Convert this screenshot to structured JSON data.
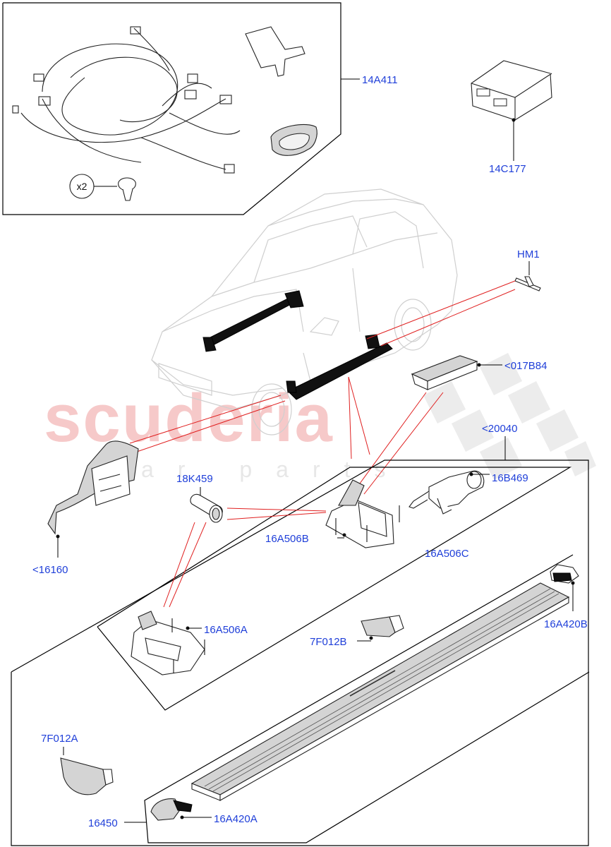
{
  "watermark": {
    "brand": "scuderia",
    "subline": "car parts"
  },
  "labels": {
    "wiring_harness_kit": "14A411",
    "module": "14C177",
    "quantity": "x2",
    "harness_clip": "HM1",
    "bracket_017B84": "<017B84",
    "running_board_group": "<20040",
    "bush": "18K459",
    "motor": "16B469",
    "mounting_bracket_b": "16A506B",
    "mounting_bracket_c": "16A506C",
    "mounting_bracket_a": "16A506A",
    "trim_panel": "<16160",
    "end_cap_b": "16A420B",
    "bracket_7f012b": "7F012B",
    "bracket_7f012a": "7F012A",
    "running_board": "16450",
    "end_cap_a": "16A420A"
  }
}
